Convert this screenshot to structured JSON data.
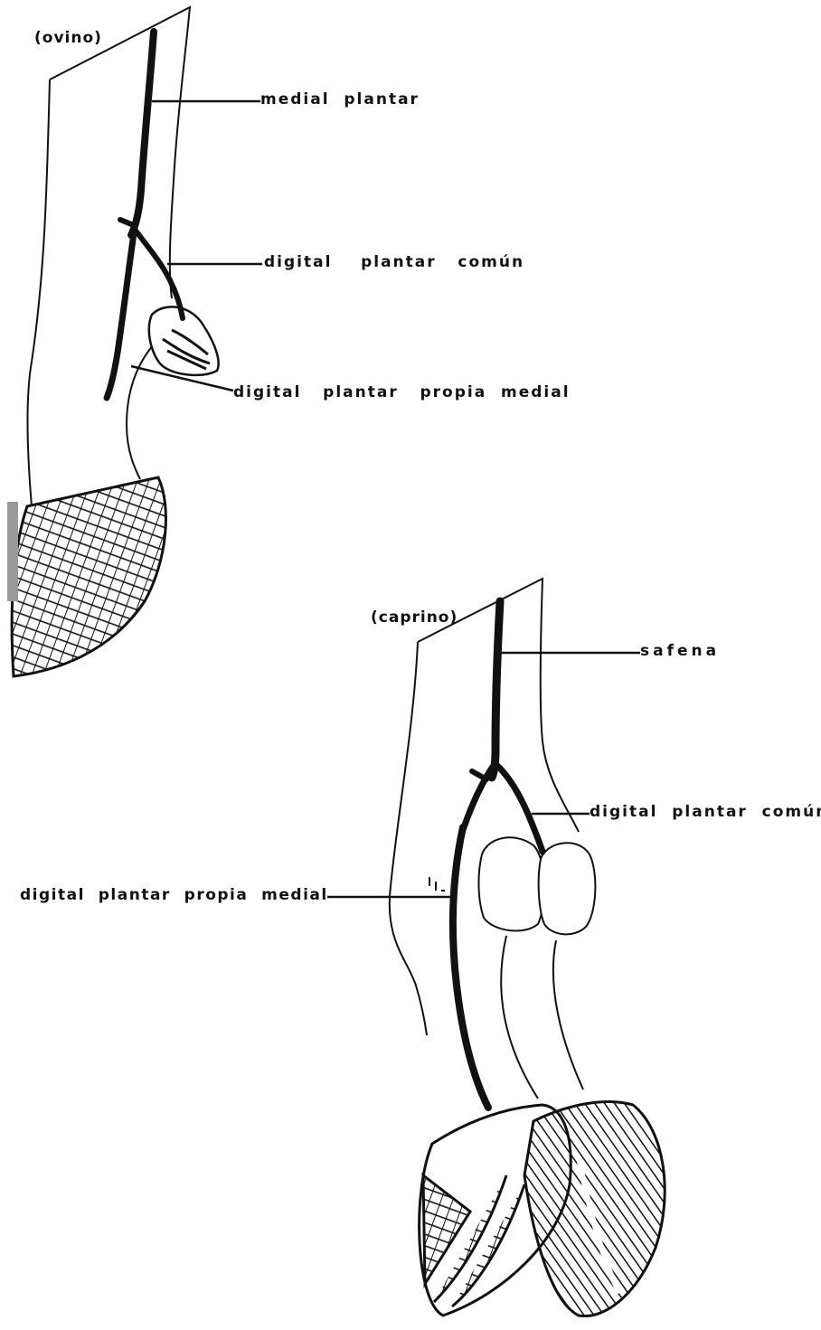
{
  "figure_ovino": {
    "title": "(ovino)",
    "labels": {
      "medial_plantar": "medial  plantar",
      "digital_plantar_comun": "digital    plantar   común",
      "digital_plantar_propia_medial": "digital   plantar   propia  medial"
    }
  },
  "figure_caprino": {
    "title": "(caprino)",
    "labels": {
      "safena": "safena",
      "digital_plantar_comun": "digital  plantar  común",
      "digital_plantar_propia_medial": "digital  plantar  propia  medial"
    }
  },
  "colors": {
    "ink": "#111111",
    "paper": "#ffffff"
  }
}
